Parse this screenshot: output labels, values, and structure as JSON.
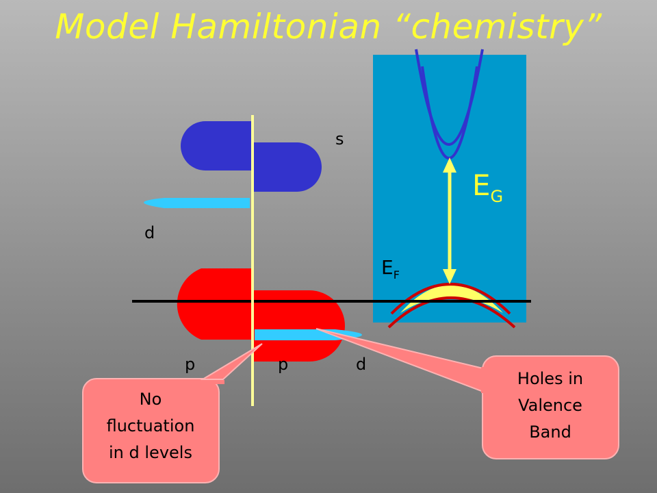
{
  "slide": {
    "title": "Model Hamiltonian “chemistry”"
  },
  "diagram": {
    "labels": {
      "s": "s",
      "d_upper": "d",
      "p_left": "p",
      "p_right": "p",
      "d_lower": "d",
      "eg_main": "E",
      "eg_sub": "G",
      "ef_main": "E",
      "ef_sub": "F"
    },
    "callouts": {
      "left_lines": [
        "No",
        "fluctuation",
        "in d levels"
      ],
      "right_lines": [
        "Holes in",
        "Valence",
        "Band"
      ]
    },
    "colors": {
      "title": "#ffff33",
      "s_band": "#3333cc",
      "p_band": "#ff0000",
      "d_level": "#33ccff",
      "band_panel": "#0099cc",
      "conduction_band": "#3333cc",
      "valence_band": "#cc0000",
      "valence_fill": "#ffff66",
      "gap_arrow": "#ffff66",
      "callout": "#ff8080"
    }
  }
}
